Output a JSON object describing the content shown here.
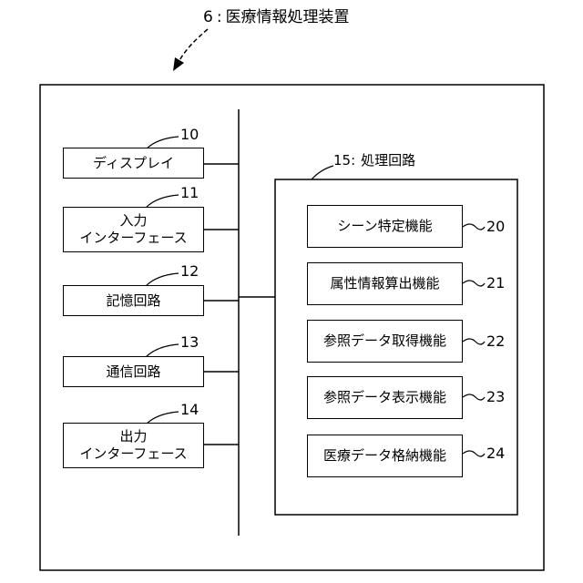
{
  "device": {
    "ref": "6",
    "separator": ":",
    "name": "医療情報処理装置"
  },
  "components": [
    {
      "ref": "10",
      "lines": [
        "ディスプレイ"
      ]
    },
    {
      "ref": "11",
      "lines": [
        "入力",
        "インターフェース"
      ]
    },
    {
      "ref": "12",
      "lines": [
        "記憶回路"
      ]
    },
    {
      "ref": "13",
      "lines": [
        "通信回路"
      ]
    },
    {
      "ref": "14",
      "lines": [
        "出力",
        "インターフェース"
      ]
    }
  ],
  "circuit": {
    "ref": "15",
    "separator": ":",
    "name": "処理回路"
  },
  "functions": [
    {
      "ref": "20",
      "label": "シーン特定機能"
    },
    {
      "ref": "21",
      "label": "属性情報算出機能"
    },
    {
      "ref": "22",
      "label": "参照データ取得機能"
    },
    {
      "ref": "23",
      "label": "参照データ表示機能"
    },
    {
      "ref": "24",
      "label": "医療データ格納機能"
    }
  ]
}
